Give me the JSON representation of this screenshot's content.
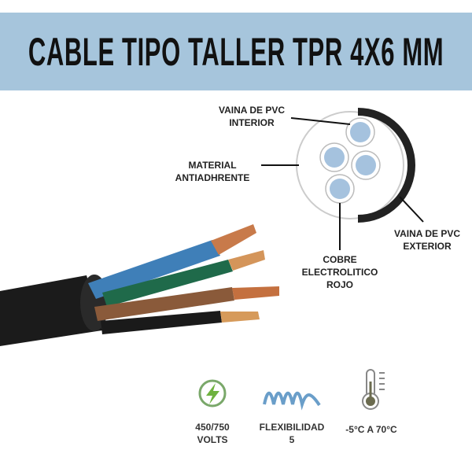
{
  "title": "CABLE TIPO TALLER TPR 4X6 MM",
  "labels": {
    "inner_sheath": [
      "VAINA DE PVC",
      "INTERIOR"
    ],
    "anti_adhesive": [
      "MATERIAL",
      "ANTIADHRENTE"
    ],
    "outer_sheath": [
      "VAINA DE PVC",
      "EXTERIOR"
    ],
    "copper": [
      "COBRE",
      "ELECTROLITICO",
      "ROJO"
    ]
  },
  "specs": [
    {
      "icon": "lightning-icon",
      "line1": "450/750",
      "line2": "VOLTS"
    },
    {
      "icon": "flexibility-wave-icon",
      "line1": "FLEXIBILIDAD",
      "line2": "5"
    },
    {
      "icon": "thermometer-icon",
      "line1": "-5°C A 70°C",
      "line2": ""
    }
  ],
  "colors": {
    "banner": "#a6c5dc",
    "accent_green": "#6fb23f",
    "wave_blue": "#6a9ec9"
  }
}
